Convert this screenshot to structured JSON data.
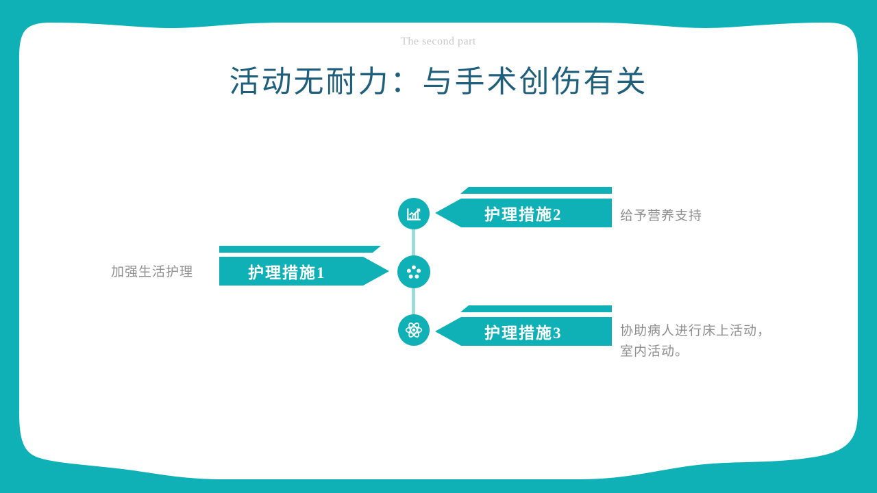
{
  "theme": {
    "accent": "#0fb0b6",
    "accent_light": "#9ed9dc",
    "title_color": "#1f5f7c",
    "eyebrow_color": "#c9c9c9",
    "caption_color": "#8e8e8e",
    "slide_background": "#ffffff"
  },
  "header": {
    "eyebrow": "The second part",
    "title": "活动无耐力：与手术创伤有关"
  },
  "diagram": {
    "type": "process-branches",
    "nodes": [
      {
        "id": "measure-1",
        "icon": "dots-circle-icon",
        "banner_label": "护理措施1",
        "direction": "right",
        "caption": "加强生活护理",
        "caption_side": "left"
      },
      {
        "id": "measure-2",
        "icon": "growth-chart-icon",
        "banner_label": "护理措施2",
        "direction": "left",
        "caption": "给予营养支持",
        "caption_side": "right"
      },
      {
        "id": "measure-3",
        "icon": "atom-icon",
        "banner_label": "护理措施3",
        "direction": "left",
        "caption": "协助病人进行床上活动，\n室内活动。",
        "caption_side": "right"
      }
    ]
  }
}
